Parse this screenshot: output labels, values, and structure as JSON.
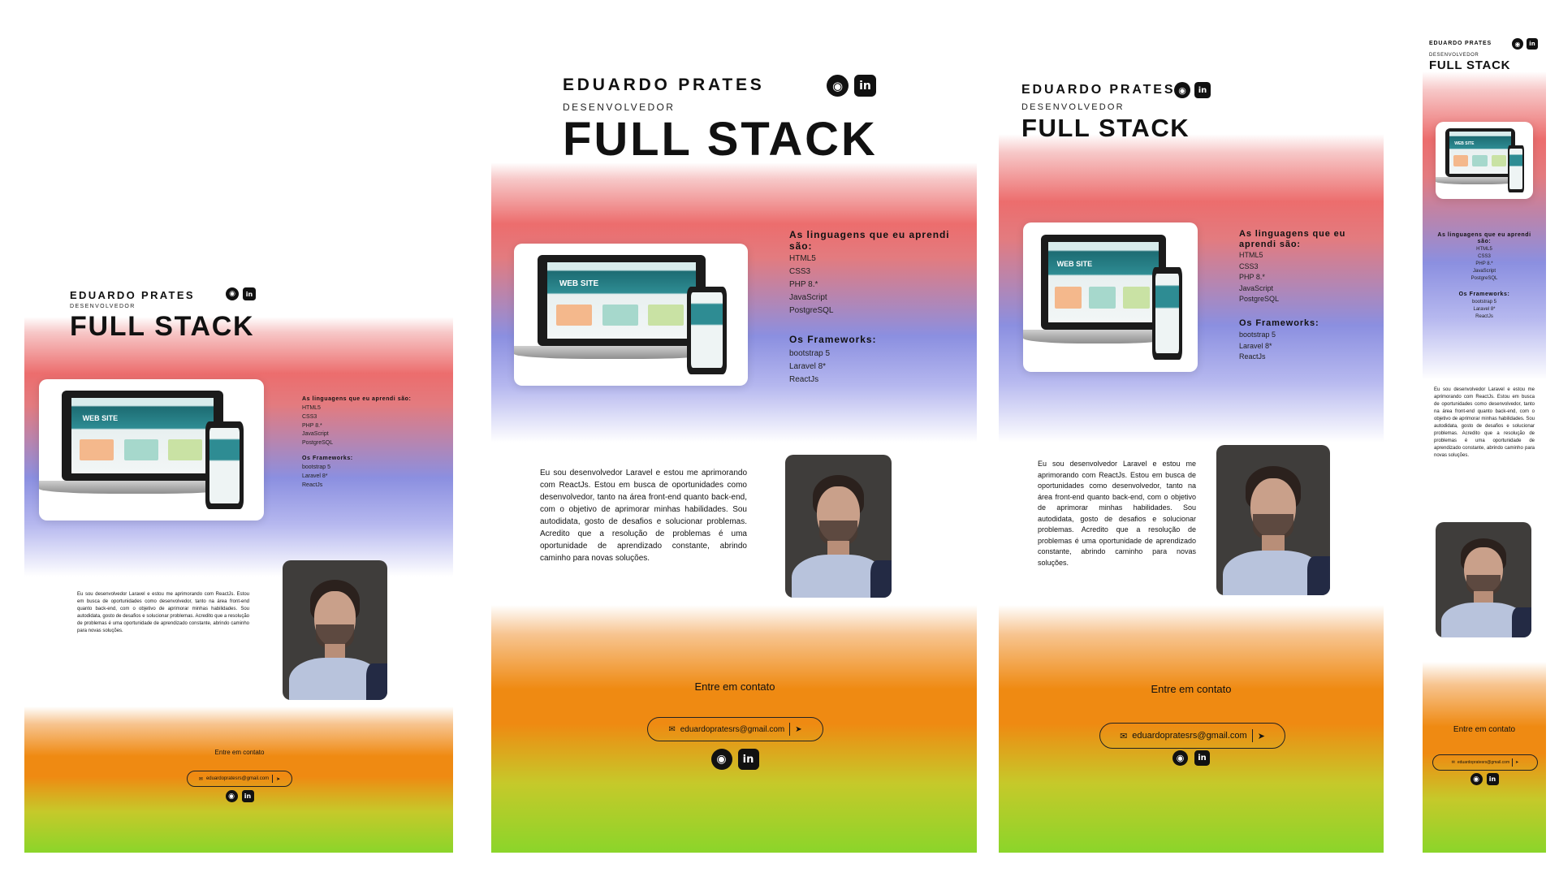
{
  "header": {
    "name": "EDUARDO PRATES",
    "role": "DESENVOLVEDOR",
    "stack": "FULL STACK"
  },
  "icons": {
    "github": "github-icon",
    "linkedin": "linkedin-icon",
    "github_glyph": "◉",
    "linkedin_glyph": "in"
  },
  "mockup": {
    "hero_text": "WEB SITE"
  },
  "skills": {
    "languages_title": "As linguagens que eu aprendi são:",
    "languages": [
      "HTML5",
      "CSS3",
      "PHP 8.*",
      "JavaScript",
      "PostgreSQL"
    ],
    "frameworks_title": "Os Frameworks:",
    "frameworks": [
      "bootstrap 5",
      "Laravel 8*",
      "ReactJs"
    ]
  },
  "about": {
    "text": "Eu sou desenvolvedor Laravel e estou me aprimorando com ReactJs. Estou em busca de oportunidades como desenvolvedor, tanto na área front-end quanto back-end, com o objetivo de aprimorar minhas habilidades. Sou autodidata, gosto de desafios e solucionar problemas. Acredito que a resolução de problemas é uma oportunidade de aprendizado constante, abrindo caminho para novas soluções."
  },
  "contact": {
    "title": "Entre em contato",
    "email": "eduardopratesrs@gmail.com",
    "mail_glyph": "✉",
    "send_glyph": "➤"
  },
  "colors": {
    "red": "#ec6d6d",
    "blue": "#8b8fe0",
    "orange": "#ef8a12",
    "green": "#8bd52a",
    "teal": "#2e8c93"
  }
}
